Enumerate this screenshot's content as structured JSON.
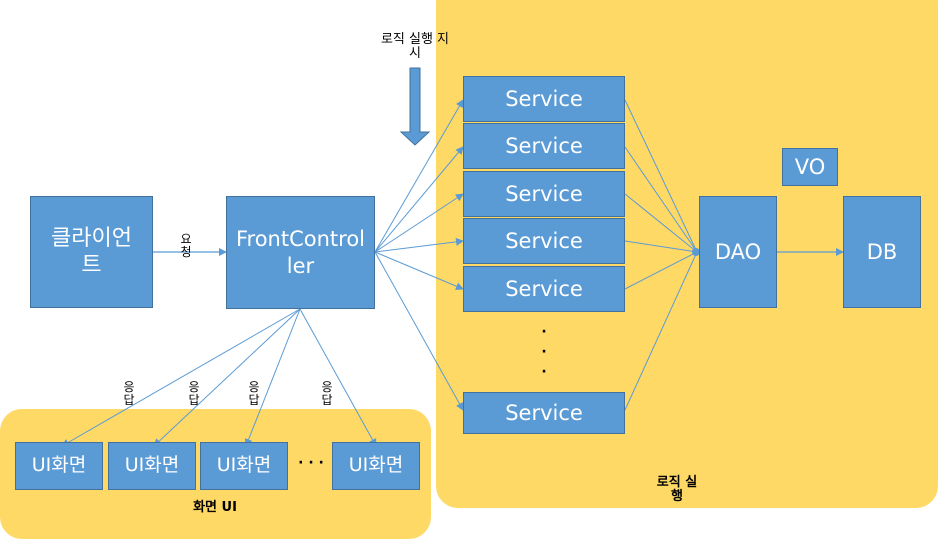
{
  "regions": {
    "logic_label": "로직 실행",
    "screen_label": "화면 UI"
  },
  "instruction_label": "로직 실행 지시",
  "client": "클라이언트",
  "request_label": "요청",
  "front_controller": "FrontController",
  "services": [
    "Service",
    "Service",
    "Service",
    "Service",
    "Service",
    "Service"
  ],
  "dots": "·\n·\n·",
  "dao": "DAO",
  "vo": "VO",
  "db": "DB",
  "response_label": "응답",
  "ui_screens": [
    "UI화면",
    "UI화면",
    "UI화면",
    "UI화면"
  ],
  "ellipsis": "· · ·",
  "colors": {
    "box": "#5B9BD5",
    "box_border": "#41719C",
    "region": "#FFD966",
    "arrow": "#5B9BD5"
  }
}
